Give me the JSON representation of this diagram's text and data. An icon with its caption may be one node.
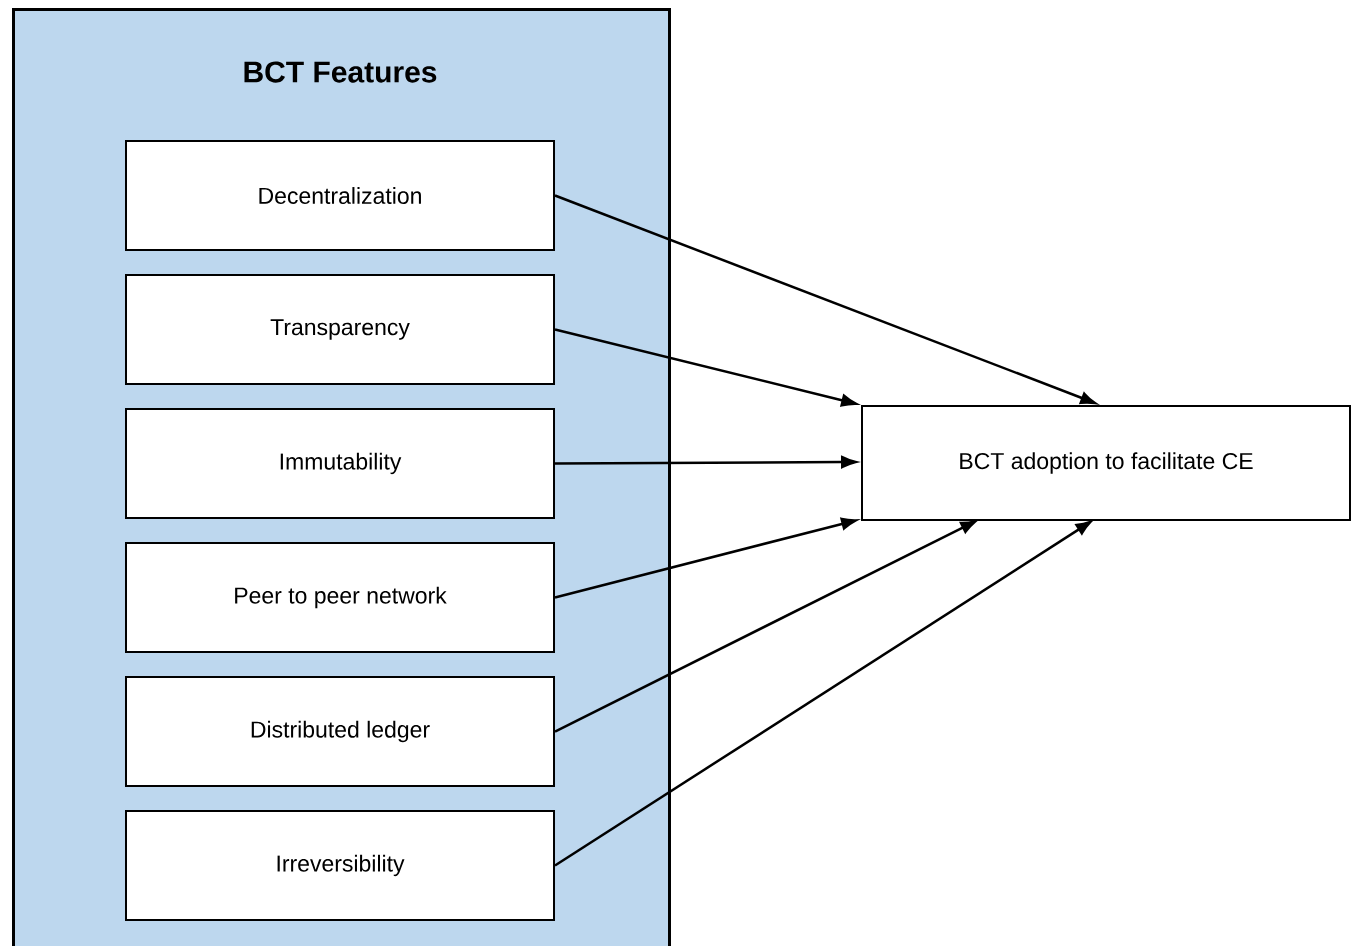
{
  "diagram": {
    "nodes": [
      {
        "text": [
          "BCT Features"
        ]
      },
      {
        "text": [
          "Decentralization"
        ],
        "in": 0
      },
      {
        "text": [
          "Transparency"
        ],
        "in": 0
      },
      {
        "text": [
          "Immutability"
        ],
        "in": 0
      },
      {
        "text": [
          "Peer to peer network"
        ],
        "in": 0
      },
      {
        "text": [
          "Distributed ledger"
        ],
        "in": 0
      },
      {
        "text": [
          "Irreversibility"
        ],
        "in": 0
      },
      {
        "text": [
          "BCT adoption to facilitate CE"
        ]
      }
    ],
    "edges": [
      {
        "from": 1,
        "to": 7,
        "arrow": "to"
      },
      {
        "from": 2,
        "to": 7,
        "arrow": "to"
      },
      {
        "from": 3,
        "to": 7,
        "arrow": "to"
      },
      {
        "from": 4,
        "to": 7,
        "arrow": "to"
      },
      {
        "from": 5,
        "to": 7,
        "arrow": "to"
      },
      {
        "from": 6,
        "to": 7,
        "arrow": "to"
      }
    ]
  }
}
